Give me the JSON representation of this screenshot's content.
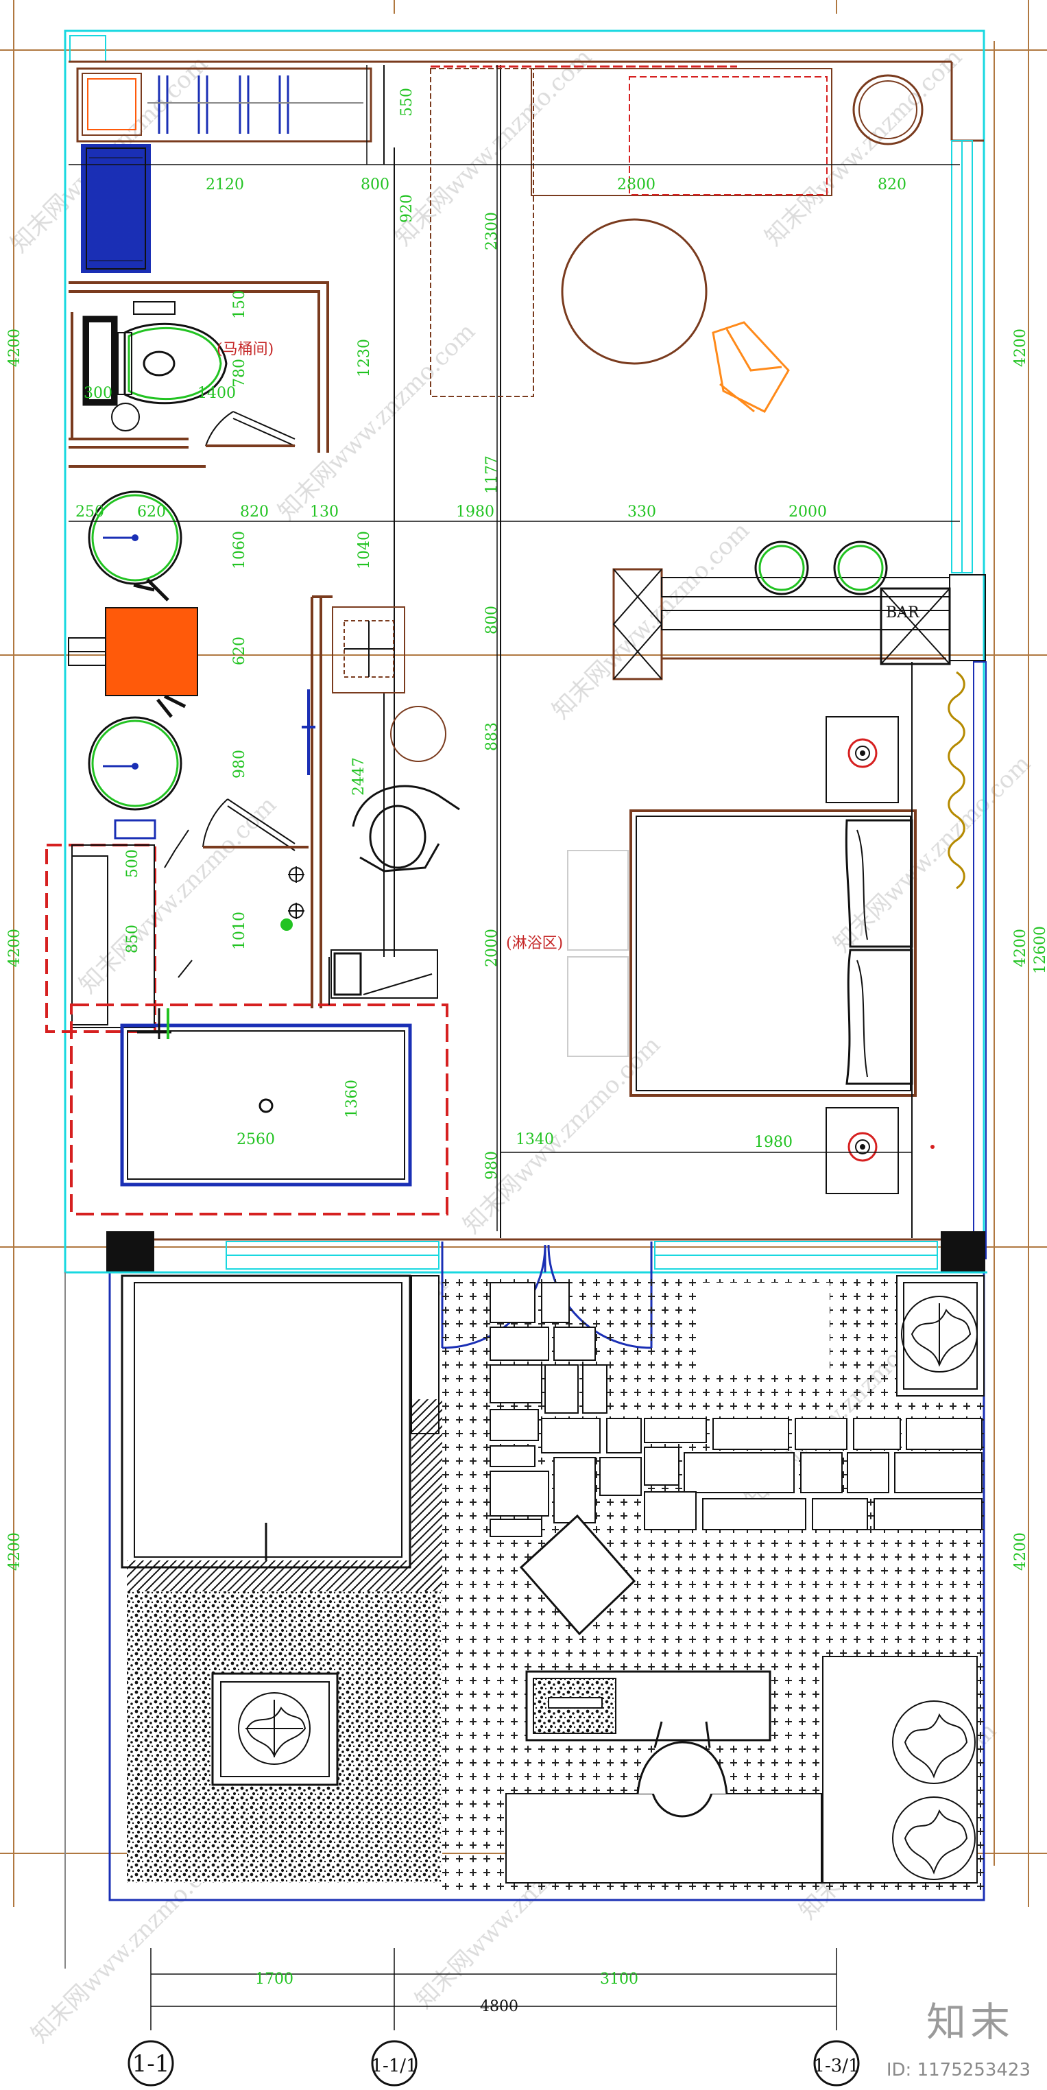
{
  "labels": {
    "toilet_room": "(马桶间)",
    "shower_zone": "(淋浴区)",
    "bar": "BAR"
  },
  "dimensions": {
    "top_row": [
      "2120",
      "800",
      "2800",
      "820"
    ],
    "v_550": "550",
    "v_920": "920",
    "v_2300": "2300",
    "v_150": "150",
    "v_780": "780",
    "v_1230": "1230",
    "v_1400": "1400",
    "v_300": "300",
    "v_1177": "1177",
    "mid_row": [
      "250",
      "620",
      "820",
      "130",
      "1980",
      "330",
      "2000"
    ],
    "v_1060": "1060",
    "v_1040": "1040",
    "v_800": "800",
    "v_620": "620",
    "v_883": "883",
    "v_980a": "980",
    "v_2447": "2447",
    "v_500": "500",
    "v_850": "850",
    "v_1010": "1010",
    "v_2000": "2000",
    "h_2560": "2560",
    "v_1360": "1360",
    "h_1340": "1340",
    "h_1980": "1980",
    "v_980b": "980",
    "side_4200": [
      "4200",
      "4200",
      "4200"
    ],
    "right_4200": [
      "4200",
      "4200",
      "4200"
    ],
    "right_12600": "12600",
    "bottom_row": [
      "1700",
      "3100"
    ],
    "bottom_total": "4800"
  },
  "axes": [
    "1-1",
    "1-1/1",
    "1-3/1"
  ],
  "watermark": {
    "text": "知末网www.znzmo.com",
    "logo": "知末",
    "image_id": "ID: 1175253423"
  },
  "colors": {
    "wall": "#7a3b1e",
    "dimension": "#22c322",
    "cyan": "#18d8e0",
    "blue": "#1a2fb5",
    "red_dash": "#d62020",
    "orange": "#ff5a0a",
    "grid": "#b07840",
    "furniture": "#222222"
  }
}
